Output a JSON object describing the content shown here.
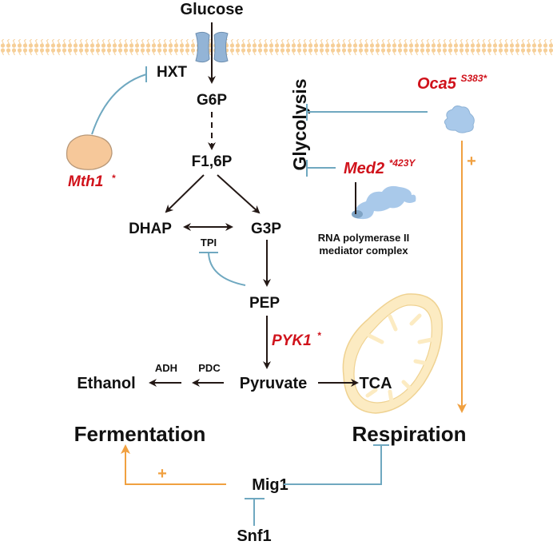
{
  "colors": {
    "arrow": "#231815",
    "inhibit": "#6fa8c0",
    "activate": "#f0a040",
    "gene_red": "#d0121b",
    "membrane": "#f6cf98",
    "mth1_fill": "#f6c89a",
    "protein_blue": "#a9c9ea",
    "mito_fill": "#fcebc2"
  },
  "labels": {
    "glucose": "Glucose",
    "hxt": "HXT",
    "g6p": "G6P",
    "f16p": "F1,6P",
    "dhap": "DHAP",
    "g3p": "G3P",
    "tpi": "TPI",
    "pep": "PEP",
    "pyruvate": "Pyruvate",
    "ethanol": "Ethanol",
    "adh": "ADH",
    "pdc": "PDC",
    "tca": "TCA",
    "glycolysis": "Glycolysis",
    "fermentation": "Fermentation",
    "respiration": "Respiration",
    "mig1": "Mig1",
    "snf1": "Snf1",
    "rnap_line1": "RNA polymerase II",
    "rnap_line2": "mediator complex",
    "plus": "+"
  },
  "genes": {
    "mth1": {
      "name": "Mth1",
      "mark": "*"
    },
    "oca5": {
      "name": "Oca5",
      "mark": "S383*"
    },
    "med2": {
      "name": "Med2",
      "mark": "*423Y"
    },
    "pyk1": {
      "name": "PYK1",
      "mark": "*"
    }
  }
}
